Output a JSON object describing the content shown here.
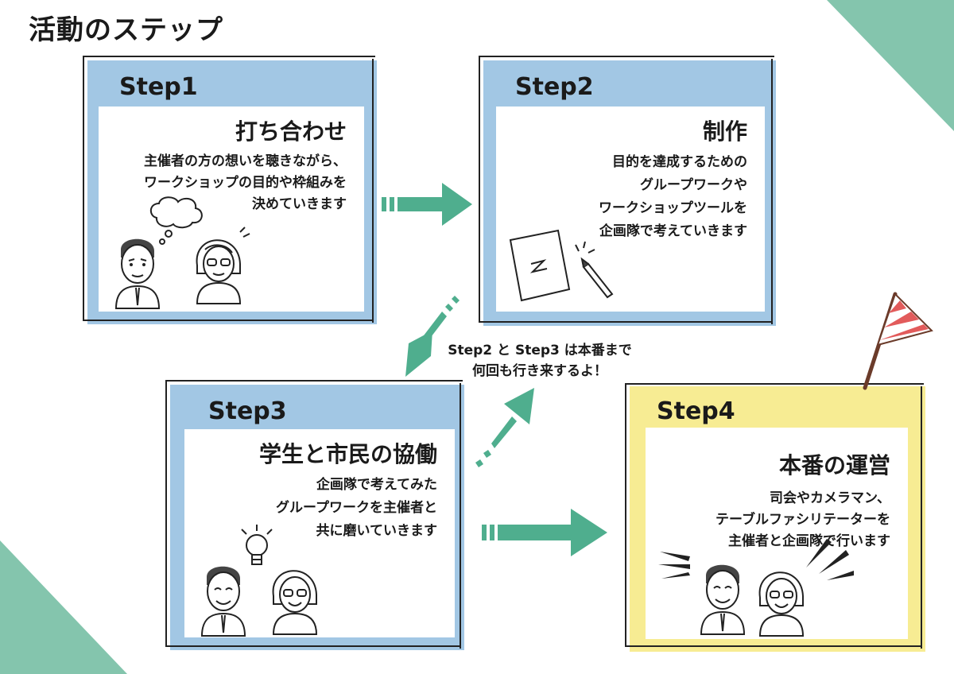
{
  "title": "活動のステップ",
  "colors": {
    "blue": "#a2c7e4",
    "yellow": "#f7ec93",
    "green": "#4fae8e",
    "teal_corner": "#84c5ad"
  },
  "steps": [
    {
      "label": "Step1",
      "heading": "打ち合わせ",
      "lines": [
        "主催者の方の想いを聴きながら、",
        "ワークショップの目的や枠組みを",
        "決めていきます"
      ],
      "icons": [
        "thought-cloud-icon",
        "man-icon",
        "woman-icon"
      ]
    },
    {
      "label": "Step2",
      "heading": "制作",
      "lines": [
        "目的を達成するための",
        "グループワークや",
        "ワークショップツールを",
        "企画隊で考えていきます"
      ],
      "icons": [
        "paper-icon",
        "pencil-icon"
      ]
    },
    {
      "label": "Step3",
      "heading": "学生と市民の協働",
      "lines": [
        "企画隊で考えてみた",
        "グループワークを主催者と",
        "共に磨いていきます"
      ],
      "icons": [
        "lightbulb-icon",
        "man-icon",
        "woman-icon"
      ]
    },
    {
      "label": "Step4",
      "heading": "本番の運営",
      "lines": [
        "司会やカメラマン、",
        "テーブルファシリテーターを",
        "主催者と企画隊で行います"
      ],
      "icons": [
        "cheer-lines-icon",
        "man-icon",
        "woman-icon",
        "flag-icon"
      ]
    }
  ],
  "note": {
    "line1": "Step2 と Step3 は本番まで",
    "line2": "何回も行き来するよ！"
  }
}
